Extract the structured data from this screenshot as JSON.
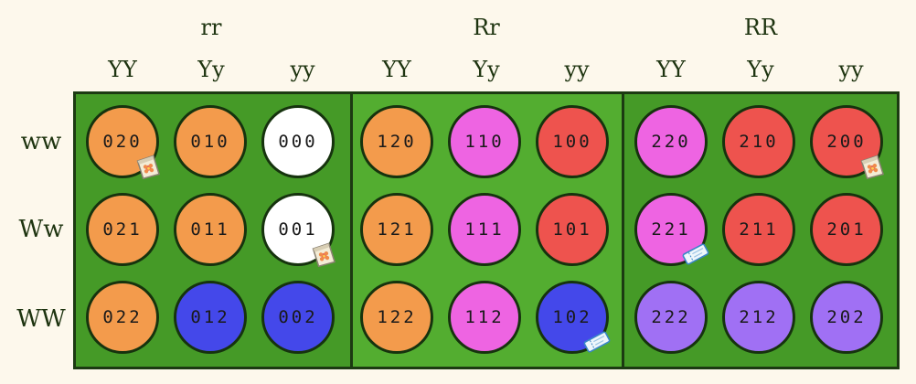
{
  "columns": {
    "groups": [
      "rr",
      "Rr",
      "RR"
    ],
    "subs": [
      "YY",
      "Yy",
      "yy",
      "YY",
      "Yy",
      "yy",
      "YY",
      "Yy",
      "yy"
    ]
  },
  "rows": [
    "ww",
    "Ww",
    "WW"
  ],
  "colors": {
    "orange": "#f39b4c",
    "white": "#ffffff",
    "pink": "#ee64e2",
    "red": "#ee534e",
    "blue": "#4448ea",
    "purple": "#a070f4"
  },
  "cells": [
    [
      {
        "code": "020",
        "color": "orange",
        "marker": "seed-bag-icon"
      },
      {
        "code": "010",
        "color": "orange"
      },
      {
        "code": "000",
        "color": "white"
      },
      {
        "code": "120",
        "color": "orange"
      },
      {
        "code": "110",
        "color": "pink"
      },
      {
        "code": "100",
        "color": "red"
      },
      {
        "code": "220",
        "color": "pink"
      },
      {
        "code": "210",
        "color": "red"
      },
      {
        "code": "200",
        "color": "red",
        "marker": "seed-bag-icon"
      }
    ],
    [
      {
        "code": "021",
        "color": "orange"
      },
      {
        "code": "011",
        "color": "orange"
      },
      {
        "code": "001",
        "color": "white",
        "marker": "seed-bag-icon"
      },
      {
        "code": "121",
        "color": "orange"
      },
      {
        "code": "111",
        "color": "pink"
      },
      {
        "code": "101",
        "color": "red"
      },
      {
        "code": "221",
        "color": "pink",
        "marker": "ticket-icon"
      },
      {
        "code": "211",
        "color": "red"
      },
      {
        "code": "201",
        "color": "red"
      }
    ],
    [
      {
        "code": "022",
        "color": "orange"
      },
      {
        "code": "012",
        "color": "blue"
      },
      {
        "code": "002",
        "color": "blue"
      },
      {
        "code": "122",
        "color": "orange"
      },
      {
        "code": "112",
        "color": "pink"
      },
      {
        "code": "102",
        "color": "blue",
        "marker": "ticket-icon"
      },
      {
        "code": "222",
        "color": "purple"
      },
      {
        "code": "212",
        "color": "purple"
      },
      {
        "code": "202",
        "color": "purple"
      }
    ]
  ]
}
